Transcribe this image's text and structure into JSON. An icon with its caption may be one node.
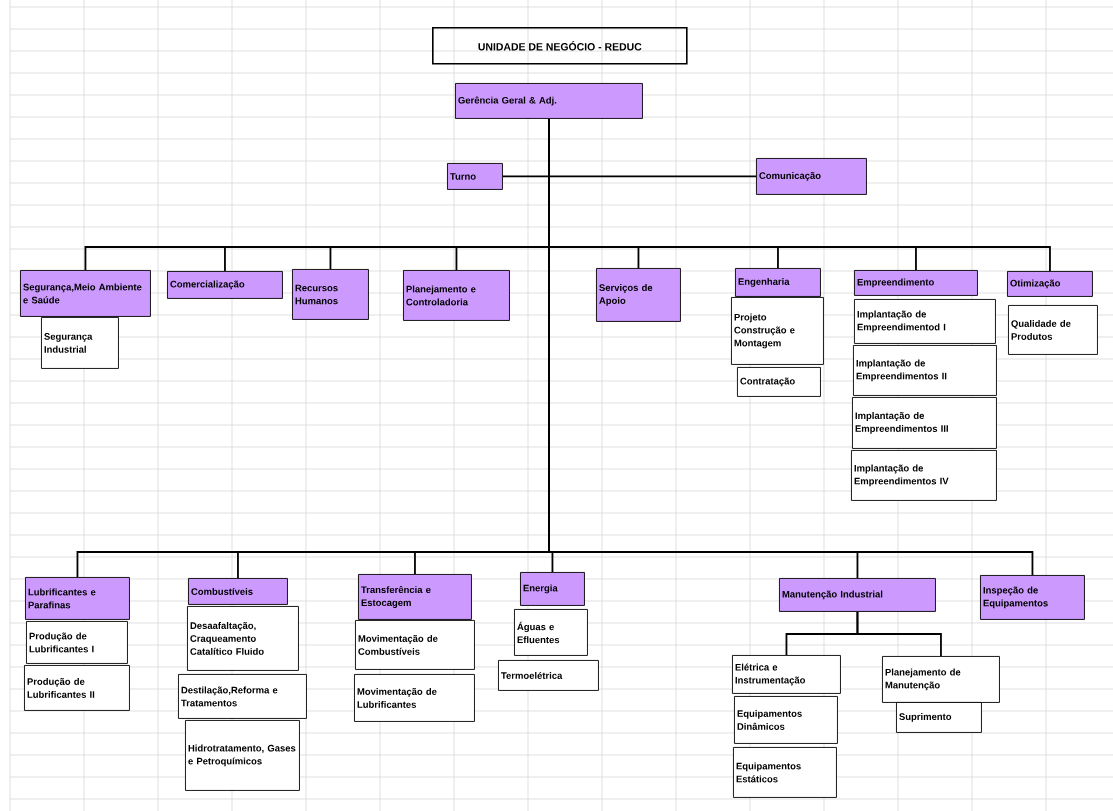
{
  "diagram": {
    "title": "UNIDADE DE NEGÓCIO - REDUC",
    "nodes": [
      {
        "text": [
          "Gerência Geral & Adj."
        ]
      },
      {
        "text": [
          "Turno"
        ]
      },
      {
        "text": [
          "Comunicação"
        ]
      },
      {
        "text": [
          "Segurança,Meio Ambiente e Saúde"
        ]
      },
      {
        "text": [
          "Segurança Industrial"
        ]
      },
      {
        "text": [
          "Comercialização"
        ]
      },
      {
        "text": [
          "Recursos Humanos"
        ]
      },
      {
        "text": [
          "Planejamento e Controladoria"
        ]
      },
      {
        "text": [
          "Serviços de Apoio"
        ]
      },
      {
        "text": [
          "Engenharia"
        ]
      },
      {
        "text": [
          "Projeto Construção e Montagem"
        ]
      },
      {
        "text": [
          "Contratação"
        ]
      },
      {
        "text": [
          "Empreendimento"
        ]
      },
      {
        "text": [
          "Implantação de Empreendimentod I"
        ]
      },
      {
        "text": [
          "Implantação de Empreendimentos II"
        ]
      },
      {
        "text": [
          "Implantação de Empreendimentos III"
        ]
      },
      {
        "text": [
          "Implantação de Empreendimentos IV"
        ]
      },
      {
        "text": [
          "Otimização"
        ]
      },
      {
        "text": [
          "Qualidade de Produtos"
        ]
      },
      {
        "text": [
          "Lubrificantes e Parafinas"
        ]
      },
      {
        "text": [
          "Produção de Lubrificantes I"
        ]
      },
      {
        "text": [
          "Produção de Lubrificantes II"
        ]
      },
      {
        "text": [
          "Combustíveis"
        ]
      },
      {
        "text": [
          "Desaafaltação, Craqueamento Catalítico Fluido"
        ]
      },
      {
        "text": [
          "Destilação,Reforma e Tratamentos"
        ]
      },
      {
        "text": [
          "Hidrotratamento, Gases e Petroquímicos"
        ]
      },
      {
        "text": [
          "Transferência e Estocagem"
        ]
      },
      {
        "text": [
          "Movimentação de Combustíveis"
        ]
      },
      {
        "text": [
          "Movimentação de Lubrificantes"
        ]
      },
      {
        "text": [
          "Energia"
        ]
      },
      {
        "text": [
          "Águas e Efluentes"
        ]
      },
      {
        "text": [
          "Termoelétrica"
        ]
      },
      {
        "text": [
          "Manutenção Industrial"
        ]
      },
      {
        "text": [
          "Inspeção de Equipamentos"
        ]
      },
      {
        "text": [
          "Elétrica e Instrumentação"
        ]
      },
      {
        "text": [
          "Equipamentos Dinâmicos"
        ]
      },
      {
        "text": [
          "Equipamentos Estáticos"
        ]
      },
      {
        "text": [
          "Planejamento de Manutenção"
        ]
      },
      {
        "text": [
          "Suprimento"
        ]
      }
    ],
    "edges": [
      {
        "from": 0,
        "to": 1,
        "arrow": "none"
      },
      {
        "from": 0,
        "to": 2,
        "arrow": "none"
      },
      {
        "from": 0,
        "to": 3,
        "arrow": "none"
      },
      {
        "from": 0,
        "to": 5,
        "arrow": "none"
      },
      {
        "from": 0,
        "to": 6,
        "arrow": "none"
      },
      {
        "from": 0,
        "to": 7,
        "arrow": "none"
      },
      {
        "from": 0,
        "to": 8,
        "arrow": "none"
      },
      {
        "from": 0,
        "to": 9,
        "arrow": "none"
      },
      {
        "from": 0,
        "to": 12,
        "arrow": "none"
      },
      {
        "from": 0,
        "to": 17,
        "arrow": "none"
      },
      {
        "from": 0,
        "to": 19,
        "arrow": "none"
      },
      {
        "from": 0,
        "to": 22,
        "arrow": "none"
      },
      {
        "from": 0,
        "to": 26,
        "arrow": "none"
      },
      {
        "from": 0,
        "to": 29,
        "arrow": "none"
      },
      {
        "from": 0,
        "to": 32,
        "arrow": "none"
      },
      {
        "from": 0,
        "to": 33,
        "arrow": "none"
      },
      {
        "from": 32,
        "to": 34,
        "arrow": "none"
      },
      {
        "from": 32,
        "to": 37,
        "arrow": "none"
      }
    ]
  }
}
